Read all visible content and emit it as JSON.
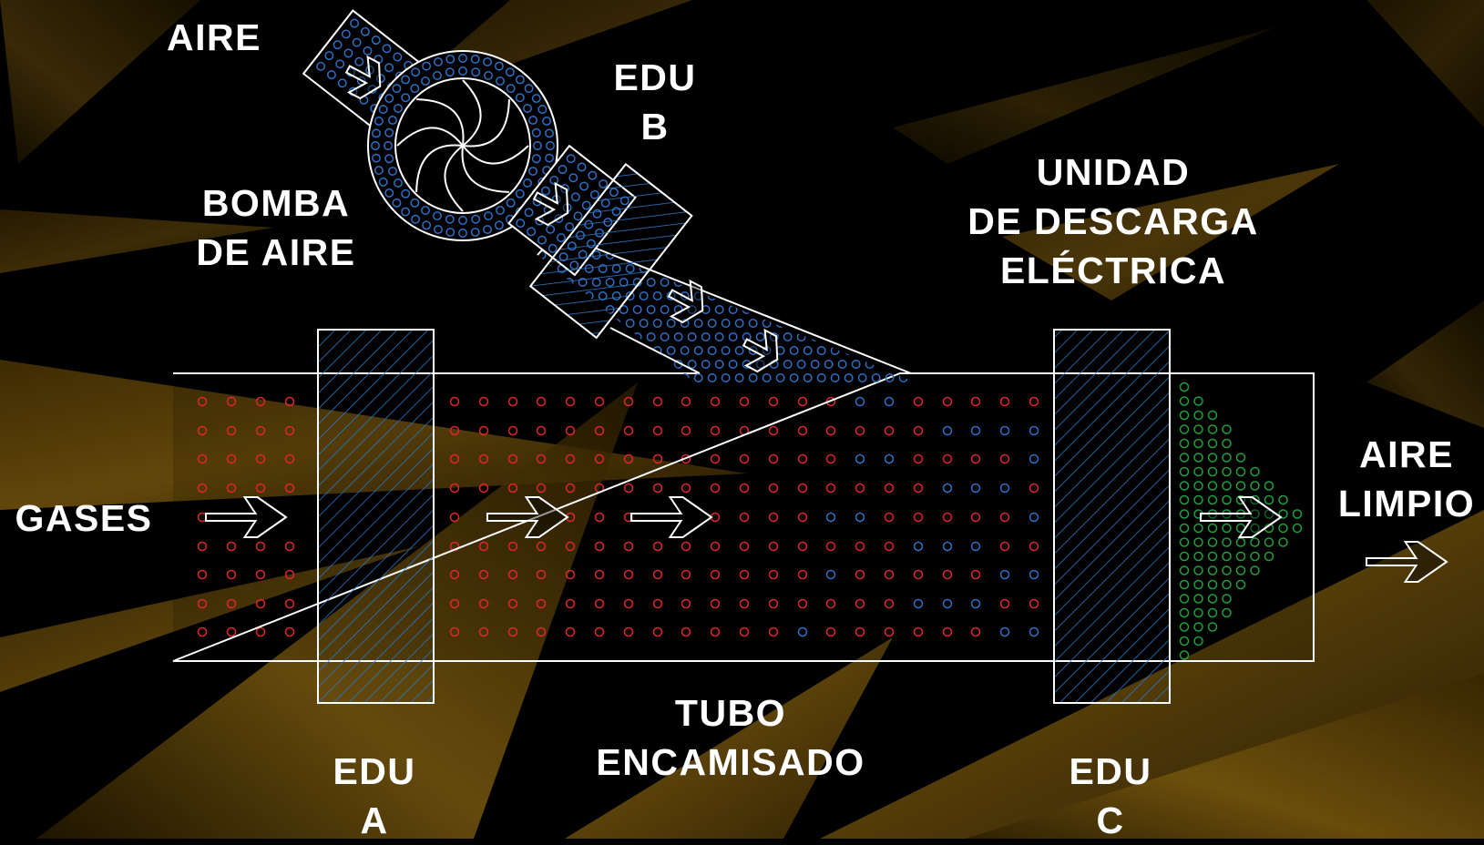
{
  "labels": {
    "aire": "AIRE",
    "edu_b_line1": "EDU",
    "edu_b_line2": "B",
    "bomba_line1": "BOMBA",
    "bomba_line2": "DE AIRE",
    "unidad_line1": "UNIDAD",
    "unidad_line2": "DE DESCARGA",
    "unidad_line3": "ELÉCTRICA",
    "gases": "GASES",
    "aire_limpio_line1": "AIRE",
    "aire_limpio_line2": "LIMPIO",
    "tubo_line1": "TUBO",
    "tubo_line2": "ENCAMISADO",
    "edu_a_line1": "EDU",
    "edu_a_line2": "A",
    "edu_c_line1": "EDU",
    "edu_c_line2": "C"
  },
  "colors": {
    "background": "#000000",
    "accent_gold": "#8a6410",
    "outline": "#ffffff",
    "hatch_blue": "#2b78c6",
    "particle_red": "#e0262b",
    "particle_blue": "#2c6fc4",
    "particle_green": "#1f9e3e"
  },
  "icons": {
    "flow_arrow": "right-arrow-icon",
    "pump": "fan-rotor-icon"
  }
}
